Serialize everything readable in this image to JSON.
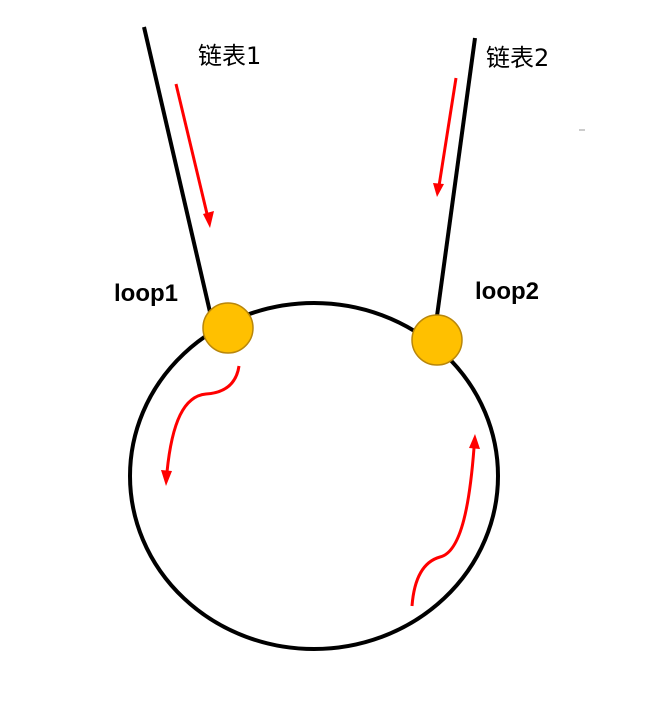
{
  "labels": {
    "list1": "链表1",
    "list2": "链表2",
    "loop1": "loop1",
    "loop2": "loop2"
  },
  "colors": {
    "line": "#000000",
    "arrow": "#ff0000",
    "node_fill": "#ffc000",
    "node_stroke": "#b8860b",
    "background": "#ffffff"
  }
}
